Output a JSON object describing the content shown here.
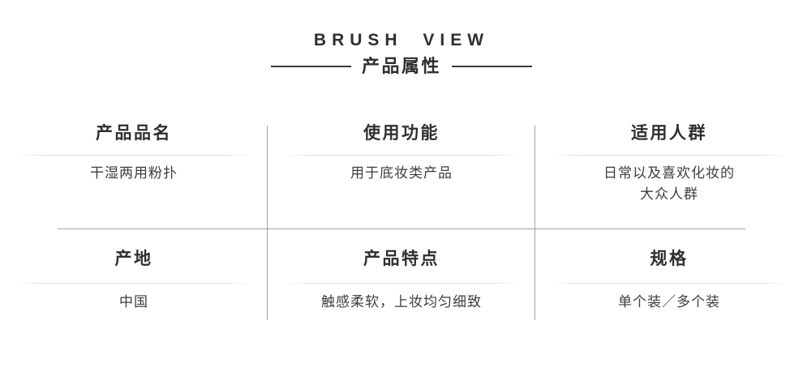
{
  "header": {
    "brand": "BRUSH VIEW",
    "section_title": "产品属性"
  },
  "table": {
    "cells": [
      {
        "label": "产品品名",
        "value": "干湿两用粉扑"
      },
      {
        "label": "使用功能",
        "value": "用于底妆类产品"
      },
      {
        "label": "适用人群",
        "value": "日常以及喜欢化妆的\n大众人群"
      },
      {
        "label": "产地",
        "value": "中国"
      },
      {
        "label": "产品特点",
        "value": "触感柔软，上妆均匀细致"
      },
      {
        "label": "规格",
        "value": "单个装／多个装"
      }
    ]
  },
  "colors": {
    "text_dark": "#2f2f2f",
    "text_value": "#3d3d3d",
    "divider": "#a3a3a3",
    "label_rule": "#dedede",
    "background": "#ffffff"
  }
}
